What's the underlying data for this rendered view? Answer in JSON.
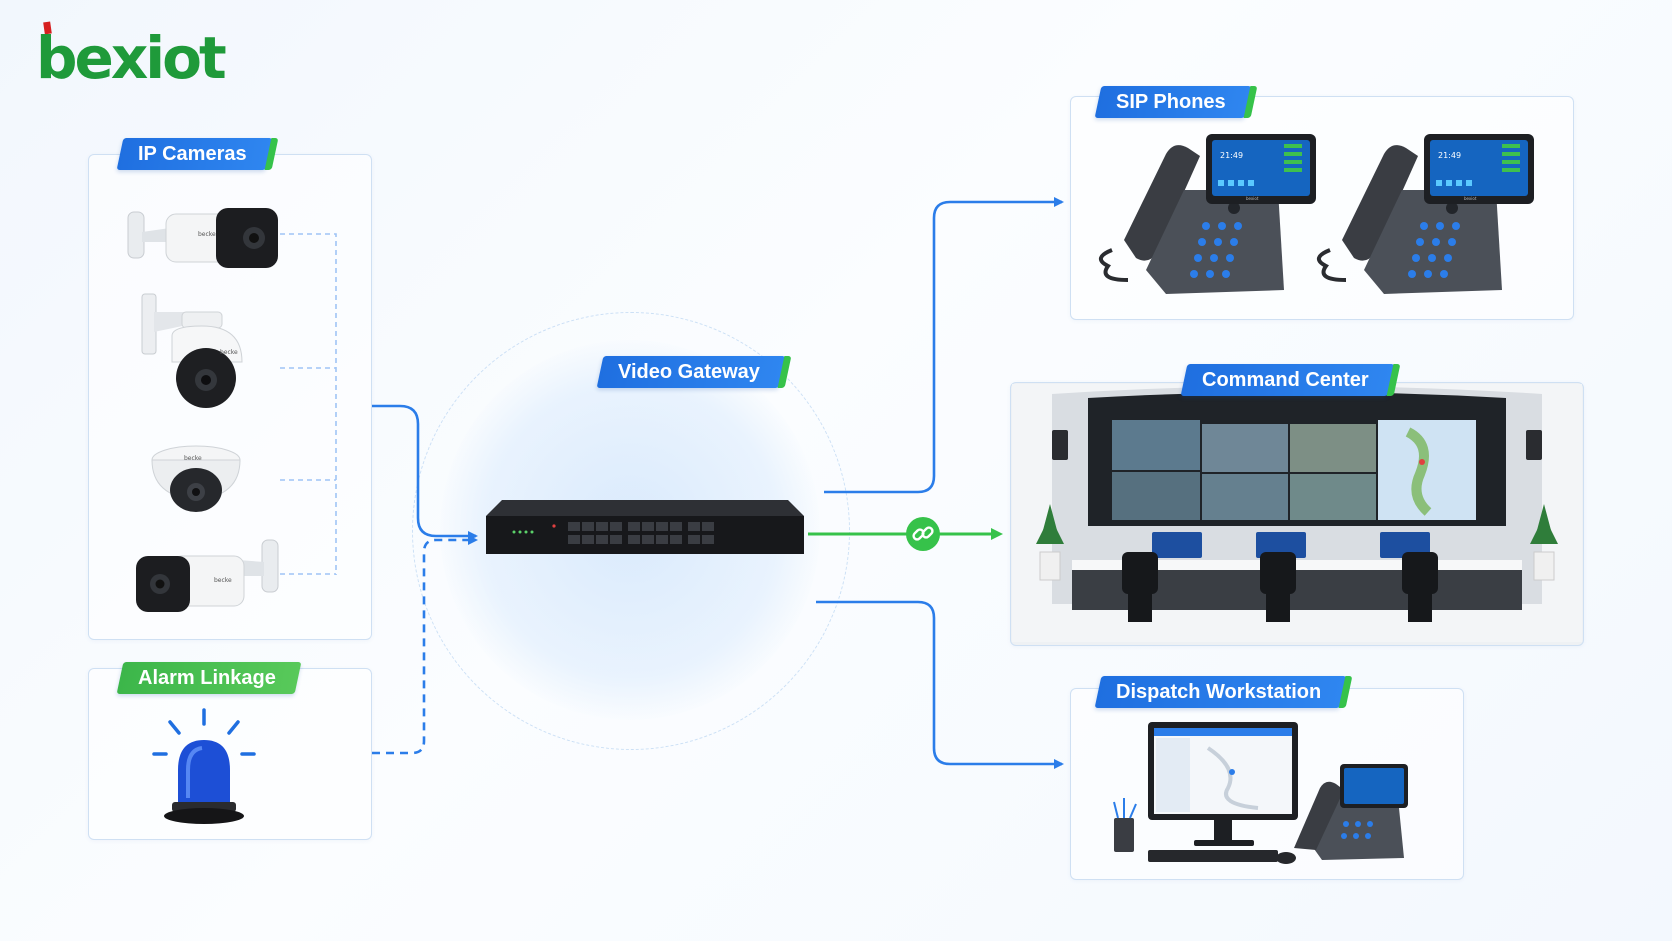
{
  "brand": {
    "logo_text": "bexiot",
    "logo_color": "#1f9a3a",
    "accent_red": "#d62020"
  },
  "colors": {
    "primary_blue": "#1f6fe0",
    "accent_green": "#36c24a",
    "line_blue": "#2b7de9"
  },
  "sections": {
    "ip_cameras": {
      "label": "IP Cameras",
      "device_brand": "becke"
    },
    "alarm_linkage": {
      "label": "Alarm Linkage"
    },
    "video_gateway": {
      "label": "Video Gateway"
    },
    "sip_phones": {
      "label": "SIP Phones",
      "screen_time": "21:49",
      "device_brand": "bexiot"
    },
    "command_center": {
      "label": "Command Center"
    },
    "dispatch_workstation": {
      "label": "Dispatch Workstation"
    }
  },
  "icons": [
    "bullet-camera-icon",
    "ptz-camera-icon",
    "dome-camera-icon",
    "alarm-beacon-icon",
    "link-icon",
    "network-switch-icon",
    "ip-phone-icon",
    "video-wall-icon",
    "computer-monitor-icon"
  ]
}
